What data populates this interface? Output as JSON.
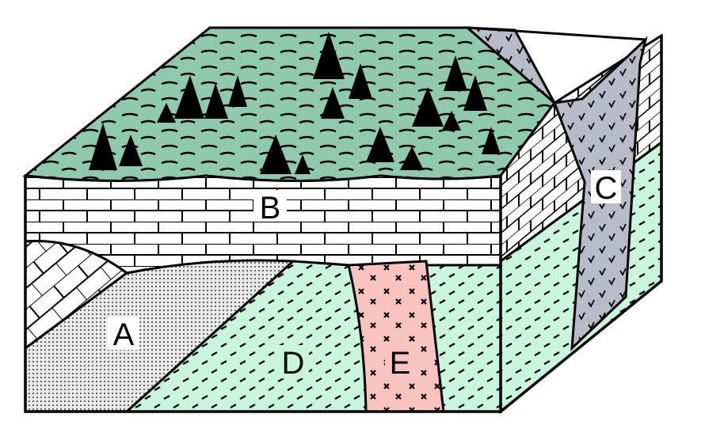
{
  "diagram": {
    "labels": {
      "A": "A",
      "B": "B",
      "C": "C",
      "D": "D",
      "E": "E"
    },
    "colors": {
      "surface": "#8fc9ae",
      "limestone": "#ffffff",
      "sandstone": "#e8e8e8",
      "schist": "#c8f5dc",
      "granite": "#f9c3c0",
      "dike": "#b8bcc8",
      "outline": "#000000"
    }
  }
}
